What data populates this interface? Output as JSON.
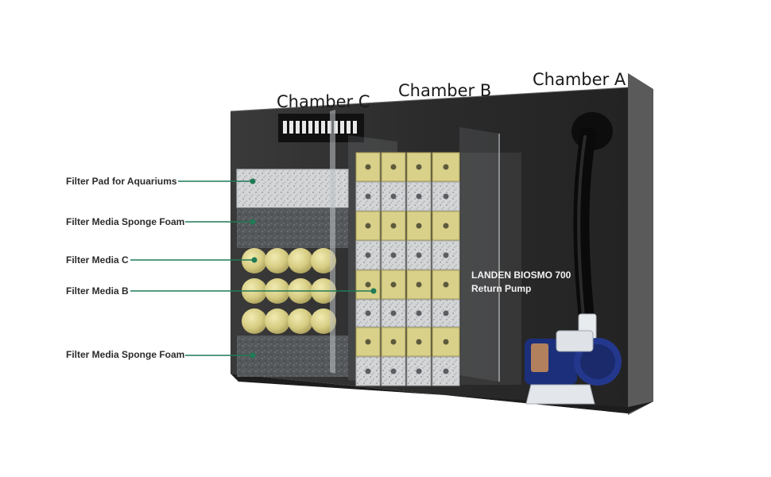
{
  "chambers": {
    "c": "Chamber C",
    "b": "Chamber B",
    "a": "Chamber A"
  },
  "labels": {
    "filter_pad": "Filter Pad for Aquariums",
    "sponge_top": "Filter Media Sponge Foam",
    "media_c": "Filter Media C",
    "media_b": "Filter Media B",
    "sponge_bottom": "Filter Media Sponge Foam"
  },
  "pump": {
    "line1": "LANDEN BIOSMO 700",
    "line2": "Return Pump"
  },
  "colors": {
    "tank_dark": "#2a2a2a",
    "leader_green": "#1f7a55",
    "media_yellow": "#d9d08a",
    "media_grey": "#cfd1d3",
    "pump_blue": "#1c2f7a"
  }
}
